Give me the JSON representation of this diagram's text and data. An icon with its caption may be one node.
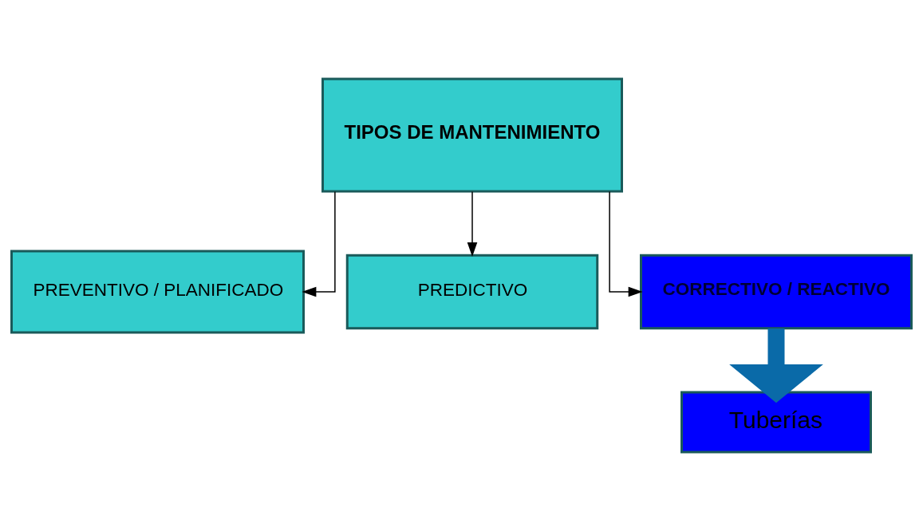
{
  "diagram": {
    "nodes": [
      {
        "text": [
          "TIPOS DE MANTENIMIENTO"
        ]
      },
      {
        "text": [
          "PREVENTIVO / PLANIFICADO"
        ]
      },
      {
        "text": [
          "PREDICTIVO"
        ]
      },
      {
        "text": [
          "CORRECTIVO / REACTIVO"
        ]
      },
      {
        "text": [
          "Tuberías"
        ]
      }
    ],
    "edges": [
      {
        "from": 0,
        "to": 1,
        "arrow": "to"
      },
      {
        "from": 0,
        "to": 2,
        "arrow": "to"
      },
      {
        "from": 0,
        "to": 3,
        "arrow": "to"
      },
      {
        "from": 3,
        "to": 4,
        "arrow": "to",
        "style": "thick",
        "color": "#0a6aa8"
      }
    ]
  }
}
